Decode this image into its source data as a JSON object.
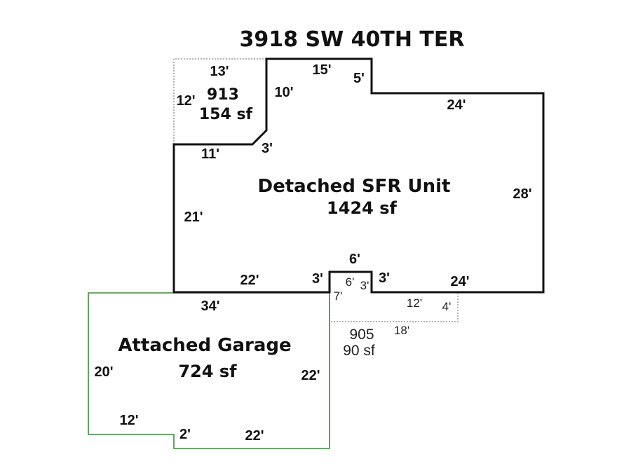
{
  "title": "3918 SW 40TH TER",
  "colors": {
    "main_outline": "#111111",
    "garage_outline": "#3c8a3c",
    "minor_outline": "#999999"
  },
  "main_unit": {
    "name": "Detached SFR Unit",
    "area": "1424 sf"
  },
  "garage": {
    "name": "Attached Garage",
    "area": "724 sf"
  },
  "porch_913": {
    "code": "913",
    "area": "154 sf"
  },
  "porch_905": {
    "code": "905",
    "area": "90 sf"
  },
  "dims": {
    "porch_top": "13'",
    "porch_left": "12'",
    "main_15": "15'",
    "main_5": "5'",
    "main_10": "10'",
    "main_24_top": "24'",
    "main_3_diag": "3'",
    "main_11": "11'",
    "main_28": "28'",
    "main_21": "21'",
    "main_22": "22'",
    "main_3_left": "3'",
    "main_6_top": "6'",
    "main_3_right": "3'",
    "main_24_bottom": "24'",
    "inner_6": "6'",
    "inner_3": "3'",
    "inner_7": "7'",
    "inner_12": "12'",
    "inner_4": "4'",
    "inner_18": "18'",
    "garage_34": "34'",
    "garage_20": "20'",
    "garage_22_right": "22'",
    "garage_12": "12'",
    "garage_2": "2'",
    "garage_22_bottom": "22'"
  }
}
